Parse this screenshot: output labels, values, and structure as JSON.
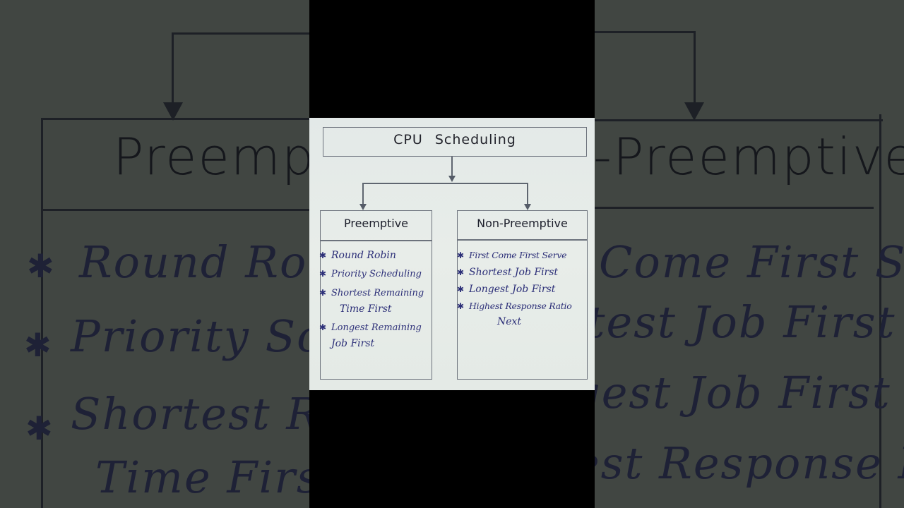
{
  "diagram": {
    "title": "CPU Scheduling",
    "branches": [
      {
        "heading": "Preemptive",
        "items": [
          {
            "line1": "Round Robin",
            "line2": ""
          },
          {
            "line1": "Priority Scheduling",
            "line2": ""
          },
          {
            "line1": "Shortest Remaining",
            "line2": "Time First"
          },
          {
            "line1": "Longest Remaining",
            "line2": "Job First"
          }
        ]
      },
      {
        "heading": "Non-Preemptive",
        "items": [
          {
            "line1": "First Come First Serve",
            "line2": ""
          },
          {
            "line1": "Shortest Job First",
            "line2": ""
          },
          {
            "line1": "Longest Job First",
            "line2": ""
          },
          {
            "line1": "Highest Response Ratio",
            "line2": "Next"
          }
        ]
      }
    ],
    "bullet_glyph": "✱"
  },
  "background": {
    "left_heading": "Preemptive",
    "right_heading": "-Preemptive",
    "left_items": [
      "Round Robin",
      "Priority Sche",
      "Shortest Rema",
      "Time First"
    ],
    "right_items": [
      "Come First Serve",
      "rtest Job First",
      "gest Job First",
      "est Response Ratio"
    ]
  },
  "colors": {
    "paper": "#e6ebe8",
    "ink_blue": "#2c2f78",
    "ink_black": "#22232b",
    "letterbox": "#000000",
    "background_blur": "#414642"
  }
}
